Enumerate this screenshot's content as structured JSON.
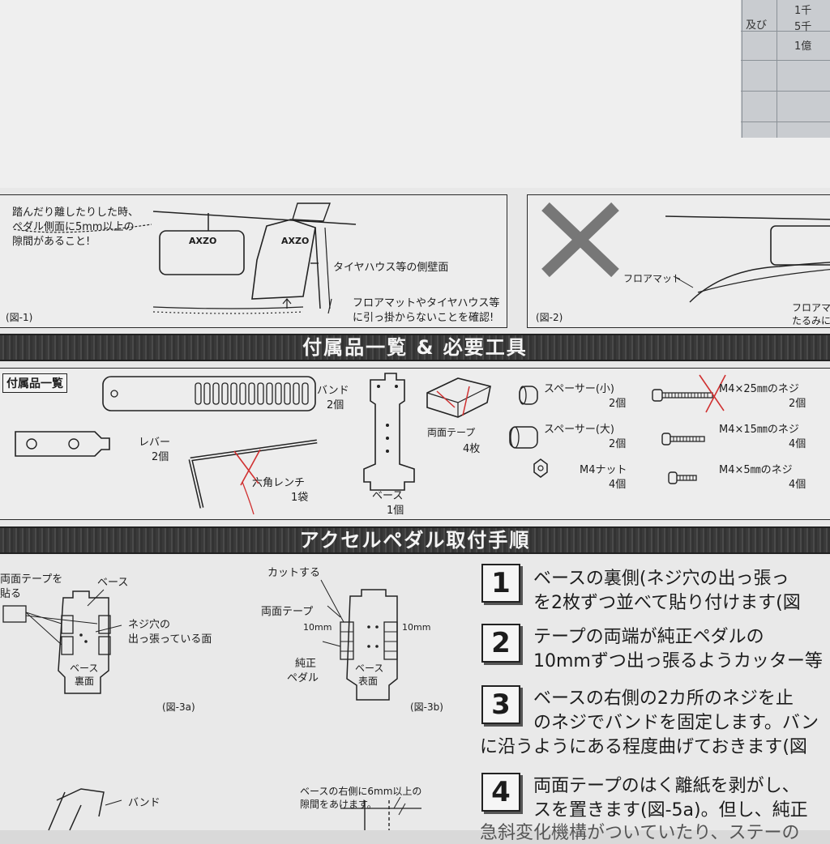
{
  "right_sheet": {
    "row1": "1千",
    "row2": "5千",
    "row3": "1億",
    "fragment": "及び"
  },
  "fig1": {
    "note_line1": "踏んだり離したりした時、",
    "note_line2": "ペダル側面に5mm以上の",
    "note_line3": "隙間があること!",
    "pedal_logo_small": "AXZO",
    "pedal_logo": "AXZO",
    "wall_label": "タイヤハウス等の側壁面",
    "check_line1": "フロアマットやタイヤハウス等",
    "check_line2": "に引っ掛からないことを確認!",
    "caption": "(図-1)"
  },
  "fig2": {
    "mat_label": "フロアマット",
    "side_line1": "フロアマ",
    "side_line2": "たるみに",
    "caption": "(図-2)"
  },
  "section_parts": {
    "title": "付属品一覧 & 必要工具",
    "list_label": "付属品一覧"
  },
  "parts": {
    "band": {
      "name": "バンド",
      "qty": "2個"
    },
    "lever": {
      "name": "レバー",
      "qty": "2個"
    },
    "wrench": {
      "name": "六角レンチ",
      "qty": "1袋"
    },
    "base": {
      "name": "ベース",
      "qty": "1個"
    },
    "tape": {
      "name": "両面テープ",
      "qty": "4枚"
    },
    "spacer_small": {
      "name": "スペーサー(小)",
      "qty": "2個"
    },
    "spacer_large": {
      "name": "スペーサー(大)",
      "qty": "2個"
    },
    "nut": {
      "name": "M4ナット",
      "qty": "4個"
    },
    "screw25": {
      "name": "M4×25㎜のネジ",
      "qty": "2個"
    },
    "screw15": {
      "name": "M4×15㎜のネジ",
      "qty": "4個"
    },
    "screw5": {
      "name": "M4×5㎜のネジ",
      "qty": "4個"
    }
  },
  "section_steps": {
    "title": "アクセルペダル取付手順"
  },
  "fig3a": {
    "tape_line1": "両面テープを",
    "tape_line2": "貼る",
    "base_label": "ベース",
    "hole_line1": "ネジ穴の",
    "hole_line2": "出っ張っている面",
    "back_line1": "ベース",
    "back_line2": "裏面",
    "caption": "(図-3a)"
  },
  "fig3b": {
    "cut_label": "カットする",
    "tape_label": "両面テープ",
    "dim_left": "10mm",
    "dim_right": "10mm",
    "pedal_line1": "純正",
    "pedal_line2": "ペダル",
    "front_line1": "ベース",
    "front_line2": "表面",
    "caption": "(図-3b)"
  },
  "fig4": {
    "gap_line1": "ベースの右側に6mm以上の",
    "gap_line2": "隙間をあけます。",
    "band_label": "バンド"
  },
  "steps": [
    {
      "num": "1",
      "line1": "ベースの裏側(ネジ穴の出っ張っ",
      "line2": "を2枚ずつ並べて貼り付けます(図"
    },
    {
      "num": "2",
      "line1": "テープの両端が純正ペダルの",
      "line2": "10mmずつ出っ張るようカッター等"
    },
    {
      "num": "3",
      "line1": "ベースの右側の2カ所のネジを止",
      "line2": "のネジでバンドを固定します。バン",
      "line3": "に沿うようにある程度曲げておきます(図"
    },
    {
      "num": "4",
      "line1": "両面テープのはく離紙を剥がし、",
      "line2": "スを置きます(図-5a)。但し、純正",
      "line3": "急斜変化機構がついていたり、ステーの"
    }
  ]
}
